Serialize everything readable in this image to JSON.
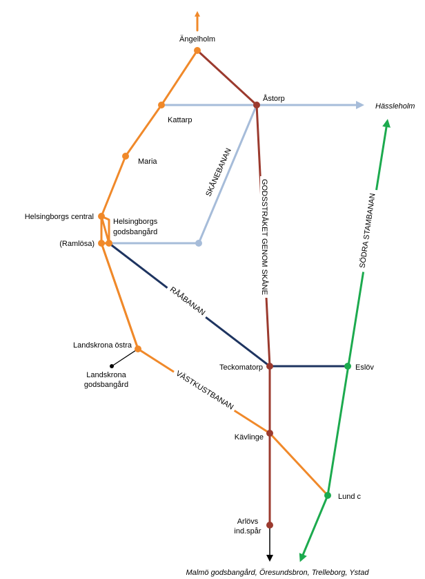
{
  "colors": {
    "vastkustbanan": "#F0892A",
    "skanebanan": "#A6BCD9",
    "godsstraket": "#9B3A2E",
    "raabanan": "#1E3460",
    "sodra_stambanan": "#1CAA4E",
    "spur": "#000000",
    "text": "#000000"
  },
  "stations": {
    "angelholm": "Ängelholm",
    "astorp": "Åstorp",
    "hassleholm": "Hässleholm",
    "kattarp": "Kattarp",
    "maria": "Maria",
    "helsingborgs_central": "Helsingborgs central",
    "helsingborgs_godsbangard_1": "Helsingborgs",
    "helsingborgs_godsbangard_2": "godsbangård",
    "ramlosa": "(Ramlösa)",
    "landskrona_ostra": "Landskrona östra",
    "landskrona_godsbangard_1": "Landskrona",
    "landskrona_godsbangard_2": "godsbangård",
    "teckomatorp": "Teckomatorp",
    "eslov": "Eslöv",
    "kavlinge": "Kävlinge",
    "lund_c": "Lund c",
    "arlov_1": "Arlövs",
    "arlov_2": "ind.spår",
    "malmo_destinations": "Malmö godsbangård, Öresundsbron, Trelleborg, Ystad"
  },
  "lines": {
    "skanebanan": "SKÅNEBANAN",
    "godsstraket": "GODSSTRÅKET GENOM SKÅNE",
    "sodra_stambanan": "SÖDRA STAMBANAN",
    "raabanan": "RÅÅBANAN",
    "vastkustbanan": "VÄSTKUSTBANAN"
  }
}
